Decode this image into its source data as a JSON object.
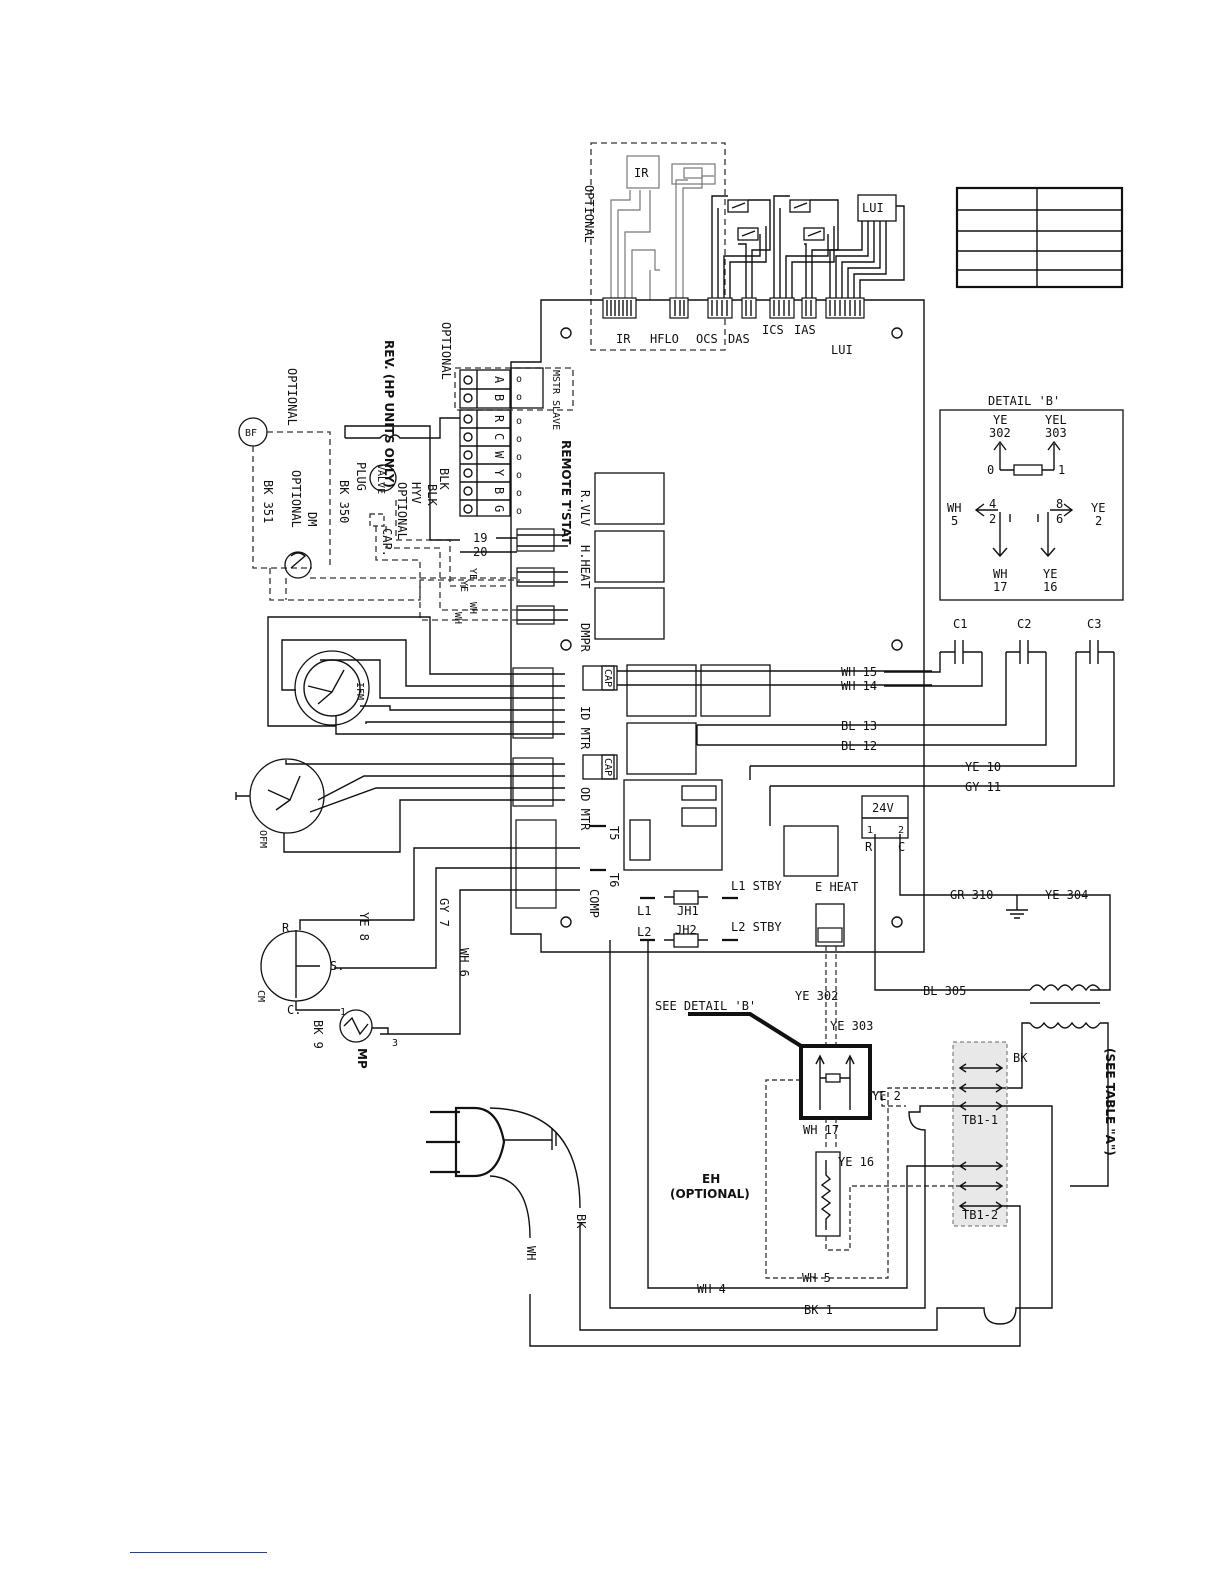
{
  "header_connectors": [
    "IR",
    "HFLO",
    "OCS",
    "DAS",
    "ICS",
    "IAS",
    "LUI"
  ],
  "header_parts": {
    "ir_box": "IR",
    "lui_box": "LUI",
    "optional": "OPTIONAL"
  },
  "left_terminals": {
    "optional": "OPTIONAL",
    "ab": [
      "A",
      "B"
    ],
    "mstr_slave": "MSTR SLAVE",
    "stat": [
      "R",
      "C",
      "W",
      "Y",
      "B",
      "G"
    ],
    "remote_tstat": "REMOTE T'STAT",
    "rev_valve": "REV. (HP UNITS ONLY)"
  },
  "relays": [
    "R.VLV",
    "H.HEAT",
    "DMPR",
    "ID MTR",
    "OD MTR"
  ],
  "pins": [
    "19",
    "20",
    "T5",
    "T6",
    "COMP",
    "L1",
    "L2",
    "JH1",
    "JH2",
    "L1 STBY",
    "L2 STBY",
    "E HEAT"
  ],
  "transformer": {
    "label": "24V",
    "pins": [
      "1",
      "2"
    ],
    "terms": [
      "R",
      "C"
    ]
  },
  "wires": {
    "wh15": "WH 15",
    "wh14": "WH 14",
    "bl13": "BL 13",
    "bl12": "BL 12",
    "ye10": "YE 10",
    "gy11": "GY 11",
    "gr310": "GR 310",
    "ye304": "YE 304",
    "bl305": "BL 305",
    "ye302": "YE 302",
    "ye303": "YE 303",
    "ye2": "YE 2",
    "wh17": "WH 17",
    "ye16": "YE 16",
    "wh4": "WH 4",
    "wh5": "WH 5",
    "bk1": "BK 1",
    "ye8": "YE 8",
    "gy7": "GY 7",
    "wh6": "WH 6",
    "bk9": "BK 9",
    "bk350": "BK 350",
    "bk351": "BK 351",
    "blk1": "BLK",
    "blk2": "BLK",
    "ye_a": "YE",
    "ye_b": "YE",
    "wh_a": "WH",
    "wh_b": "WH",
    "bk_cord": "BK",
    "wh_cord": "WH",
    "bk_tb": "BK"
  },
  "capacitors": [
    "C1",
    "C2",
    "C3"
  ],
  "detail_b": {
    "title": "DETAIL 'B'",
    "ye302": [
      "YE",
      "302"
    ],
    "yel303": [
      "YEL",
      "303"
    ],
    "wh5": [
      "WH",
      "5"
    ],
    "ye2": [
      "YE",
      "2"
    ],
    "wh17": [
      "WH",
      "17"
    ],
    "ye16": [
      "YE",
      "16"
    ],
    "pins": [
      "0",
      "1",
      "4",
      "2",
      "8",
      "6"
    ]
  },
  "components": {
    "bf": "BF",
    "bf_optional": "OPTIONAL",
    "dm": "DM",
    "dm_optional": "OPTIONAL",
    "plug": "PLUG",
    "valve": "VALVE",
    "hyv": "HYV",
    "hyv_optional": "OPTIONAL",
    "cap": "CAP.",
    "ifm": "IFM",
    "ofm": "OFM",
    "cm": "CM",
    "cm_r": "R",
    "cm_s": "S.",
    "cm_c": "C.",
    "mp": "MP",
    "mp_1": "1",
    "mp_3": "3"
  },
  "see_detail": "SEE DETAIL 'B'",
  "eh": "EH",
  "eh_optional": "(OPTIONAL)",
  "tb1": "TB1-1",
  "tb2": "TB1-2",
  "see_table": "(SEE TABLE \"A\")"
}
